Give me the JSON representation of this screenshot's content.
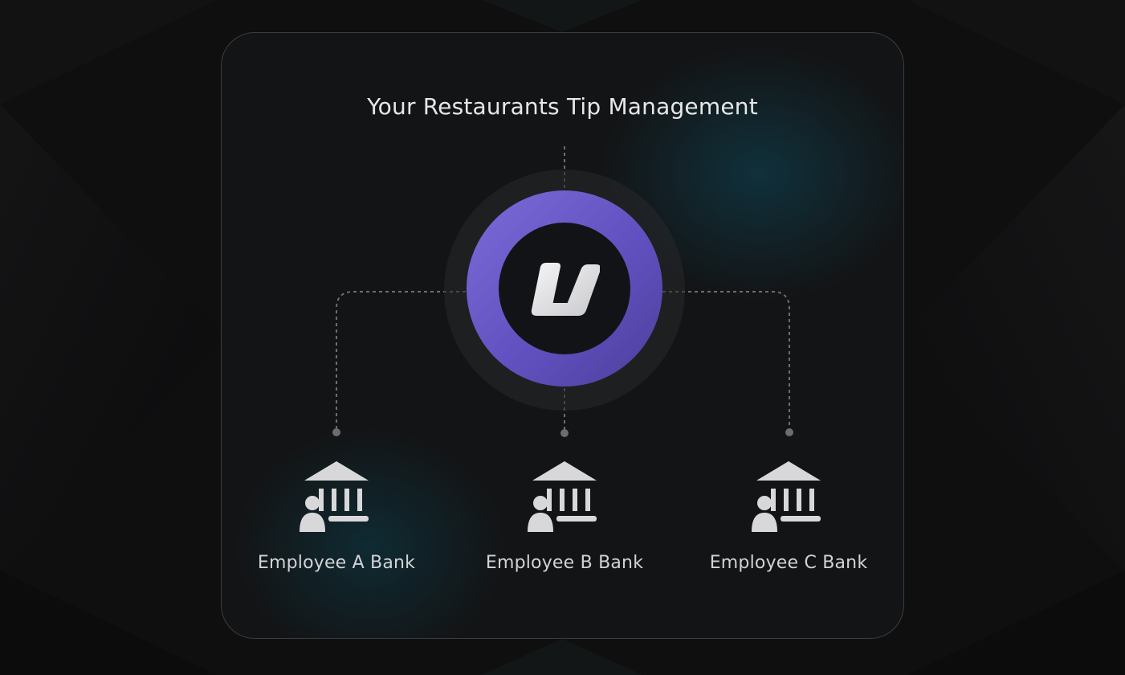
{
  "title": "Your Restaurants Tip Management",
  "hub": {
    "icon": "app-logo-icon",
    "colors": {
      "ring": "#6a5acd",
      "core": "#121316",
      "logo": "#e8e8ea"
    }
  },
  "nodes": [
    {
      "label": "Employee A Bank",
      "icon": "bank-employee-icon"
    },
    {
      "label": "Employee B Bank",
      "icon": "bank-employee-icon"
    },
    {
      "label": "Employee C Bank",
      "icon": "bank-employee-icon"
    }
  ],
  "colors": {
    "background": "#0e0e0f",
    "card": "#131415",
    "connector": "#6b6d70",
    "text": "#d2d3d6",
    "title": "#e7e7e9",
    "glow": "#0f3a48"
  }
}
